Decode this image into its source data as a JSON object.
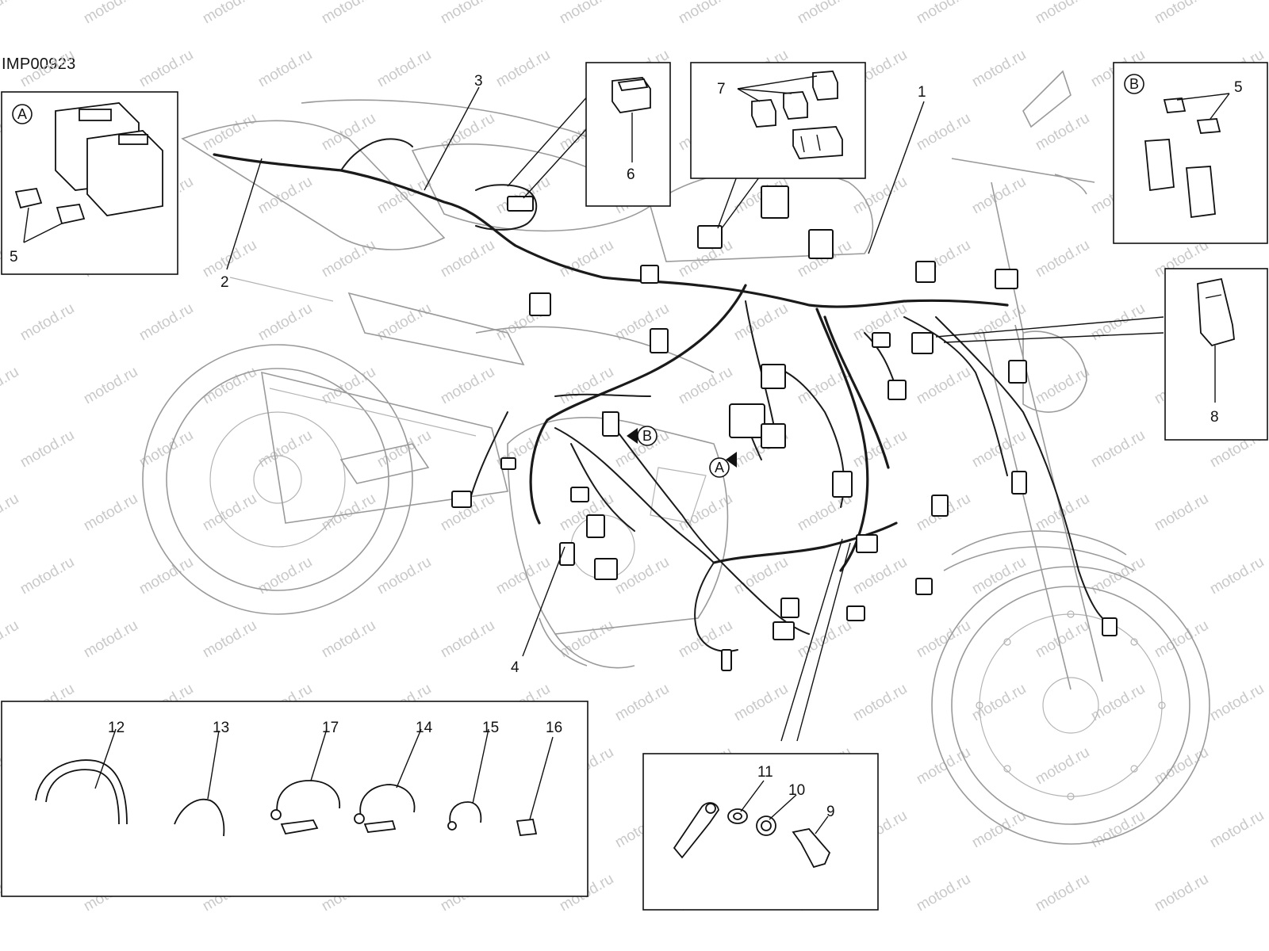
{
  "drawing_code": "IMP00923",
  "watermark_text": "motod.ru",
  "colors": {
    "ink": "#111111",
    "ghost_lines": "#9a9a9a",
    "watermark": "#c9c9c9",
    "background": "#ffffff"
  },
  "insets": {
    "A": {
      "label": "A",
      "callouts": [
        "5"
      ]
    },
    "B": {
      "label": "B",
      "callouts": [
        "5"
      ]
    },
    "relay_6": {
      "callouts": [
        "6"
      ]
    },
    "relays_7": {
      "callouts": [
        "7"
      ]
    },
    "connector_8": {
      "callouts": [
        "8"
      ]
    },
    "ground_kit": {
      "callouts": [
        "11",
        "10",
        "9"
      ]
    },
    "clamps": {
      "callouts": [
        "12",
        "13",
        "17",
        "14",
        "15",
        "16"
      ]
    }
  },
  "main_callouts": [
    "1",
    "2",
    "3",
    "4"
  ],
  "view_markers": [
    "A",
    "B"
  ]
}
